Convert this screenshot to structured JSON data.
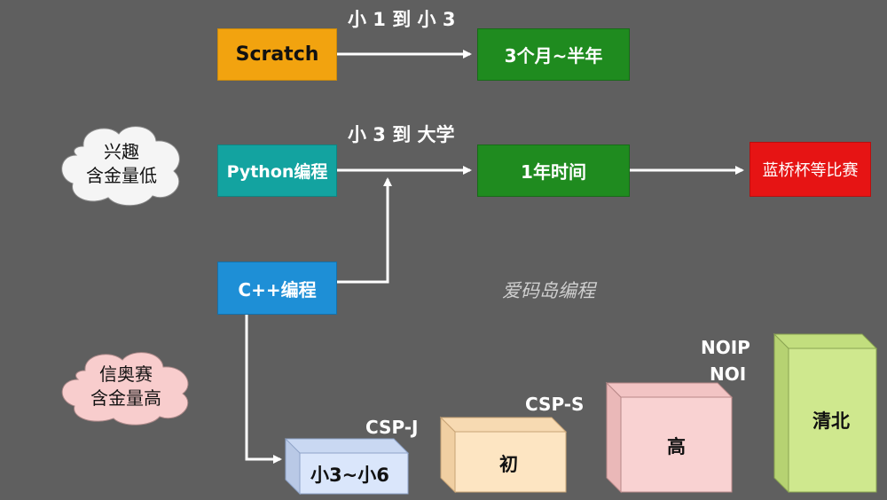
{
  "labels": {
    "path1": "小 1 到 小 3",
    "path2": "小 3 到 大学"
  },
  "boxes": {
    "scratch": "Scratch",
    "scratch_duration": "3个月~半年",
    "python": "Python编程",
    "python_duration": "1年时间",
    "contest": "蓝桥杯等比赛",
    "cpp": "C++编程"
  },
  "clouds": {
    "interest": {
      "line1": "兴趣",
      "line2": "含金量低"
    },
    "olympiad": {
      "line1": "信奥赛",
      "line2": "含金量高"
    }
  },
  "watermark": "爱码岛编程",
  "levels": {
    "l1_box": "小3~小6",
    "l1_tag": "CSP-J",
    "l2_box": "初",
    "l2_tag": "CSP-S",
    "l3_box": "高",
    "l3_tag_line1": "NOIP",
    "l3_tag_line2": "NOI",
    "l4_box": "清北"
  },
  "colors": {
    "background": "#5f5f5f",
    "scratch": "#f2a30f",
    "green": "#1f8b1f",
    "teal": "#13a3a0",
    "blue": "#1e8fd6",
    "red": "#e61414",
    "cube_blue": "#dae6fb",
    "cube_orange": "#fde5c2",
    "cube_pink": "#f9d2d2",
    "cube_green": "#cfe88e",
    "cloud_white": "#f5f5f5",
    "cloud_pink": "#f8cdcd"
  }
}
